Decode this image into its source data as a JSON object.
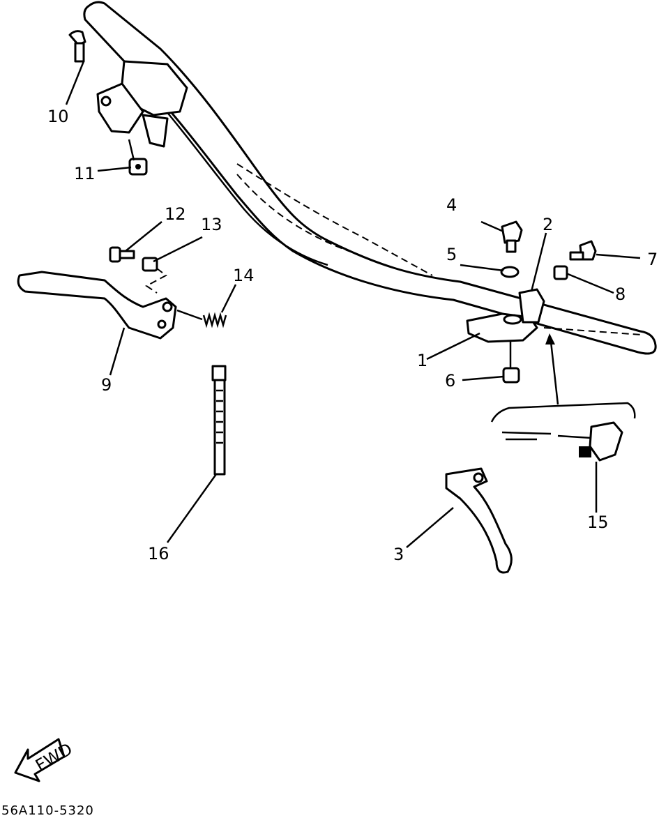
{
  "callouts": [
    "1",
    "2",
    "3",
    "4",
    "5",
    "6",
    "7",
    "8",
    "9",
    "10",
    "11",
    "12",
    "13",
    "14",
    "15",
    "16"
  ],
  "fwd_label": "FWD",
  "diagram_code": "56A110-5320"
}
